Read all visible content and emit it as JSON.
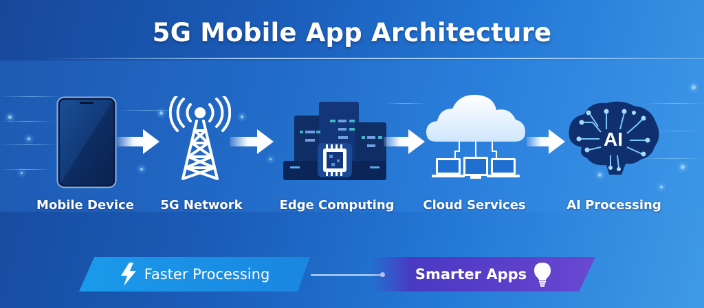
{
  "header": {
    "title": "5G Mobile App Architecture"
  },
  "colors": {
    "background_left": "#17489a",
    "background_right": "#3f9ae6",
    "faster_pill": "#1a9aea",
    "smarter_pill": "#5a3fc9",
    "icon_dark": "#0d2f6b",
    "text": "#ffffff"
  },
  "flow": {
    "nodes": [
      {
        "id": "mobile",
        "label": "Mobile Device",
        "icon": "smartphone-icon"
      },
      {
        "id": "network",
        "label": "5G Network",
        "icon": "cell-tower-icon"
      },
      {
        "id": "edge",
        "label": "Edge Computing",
        "icon": "server-chip-icon"
      },
      {
        "id": "cloud",
        "label": "Cloud Services",
        "icon": "cloud-laptops-icon"
      },
      {
        "id": "ai",
        "label": "AI Processing",
        "icon": "ai-brain-icon"
      }
    ],
    "arrows": 4
  },
  "footer": {
    "faster": {
      "label": "Faster Processing",
      "icon": "lightning-bolt-icon"
    },
    "smarter": {
      "label": "Smarter Apps",
      "icon": "lightbulb-icon"
    }
  }
}
